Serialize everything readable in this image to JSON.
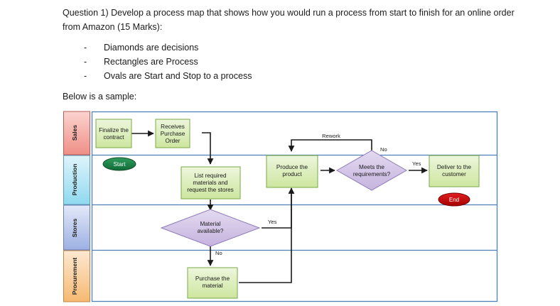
{
  "question": {
    "heading": "Question 1) Develop a process map that shows how you would run a process from start to finish for an online order from Amazon (15 Marks):",
    "bullet_marker": "-",
    "bullets": [
      "Diamonds are decisions",
      "Rectangles are Process",
      "Ovals are Start and Stop to a process"
    ],
    "sample_intro": "Below is a sample:"
  },
  "diagram": {
    "title": "process-map-swimlane",
    "lanes": [
      {
        "name": "Sales",
        "color_top": "#f9c8c4",
        "color_bottom": "#ef8880"
      },
      {
        "name": "Production",
        "color_top": "#d9f2fb",
        "color_bottom": "#8fd8ef"
      },
      {
        "name": "Stores",
        "color_top": "#dde4f7",
        "color_bottom": "#9aaee0"
      },
      {
        "name": "Procurement",
        "color_top": "#fde2c6",
        "color_bottom": "#f5b36a"
      }
    ],
    "nodes": [
      {
        "id": "finalize",
        "type": "process",
        "lane": "Sales",
        "label": "Finalize the contract"
      },
      {
        "id": "receives",
        "type": "process",
        "lane": "Sales",
        "label": "Receives Purchase Order"
      },
      {
        "id": "start",
        "type": "terminator",
        "lane": "Production",
        "label": "Start",
        "color": "#1f7a43"
      },
      {
        "id": "list_materials",
        "type": "process",
        "lane": "Production",
        "label": "List required materials and request the stores"
      },
      {
        "id": "produce",
        "type": "process",
        "lane": "Production",
        "label": "Produce the product"
      },
      {
        "id": "meets_req",
        "type": "decision",
        "lane": "Production",
        "label": "Meets the requirements?"
      },
      {
        "id": "deliver",
        "type": "process",
        "lane": "Production",
        "label": "Deliver to the customer"
      },
      {
        "id": "end",
        "type": "terminator",
        "lane": "Production",
        "label": "End",
        "color": "#c00000"
      },
      {
        "id": "material_avail",
        "type": "decision",
        "lane": "Stores",
        "label": "Material available?"
      },
      {
        "id": "purchase",
        "type": "process",
        "lane": "Procurement",
        "label": "Purchase the material"
      }
    ],
    "edge_labels": {
      "rework": "Rework",
      "meets_no": "No",
      "meets_yes": "Yes",
      "material_yes": "Yes",
      "material_no": "No"
    },
    "node_labels": {
      "finalize_l1": "Finalize the",
      "finalize_l2": "contract",
      "receives_l1": "Receives",
      "receives_l2": "Purchase",
      "receives_l3": "Order",
      "start": "Start",
      "list_l1": "List required",
      "list_l2": "materials and",
      "list_l3": "request the stores",
      "produce_l1": "Produce the",
      "produce_l2": "product",
      "meets_l1": "Meets the",
      "meets_l2": "requirements?",
      "deliver_l1": "Deliver to the",
      "deliver_l2": "customer",
      "end": "End",
      "material_l1": "Material",
      "material_l2": "available?",
      "purchase_l1": "Purchase the",
      "purchase_l2": "material"
    },
    "colors": {
      "process_fill_top": "#e6f2cf",
      "process_fill_bottom": "#cfe8a5",
      "process_stroke": "#7aa944",
      "decision_fill_top": "#ded3ec",
      "decision_fill_bottom": "#c9b8e0",
      "decision_stroke": "#8e7cb8",
      "lane_border": "#4f7fb5",
      "connector": "#1a1a1a"
    }
  }
}
